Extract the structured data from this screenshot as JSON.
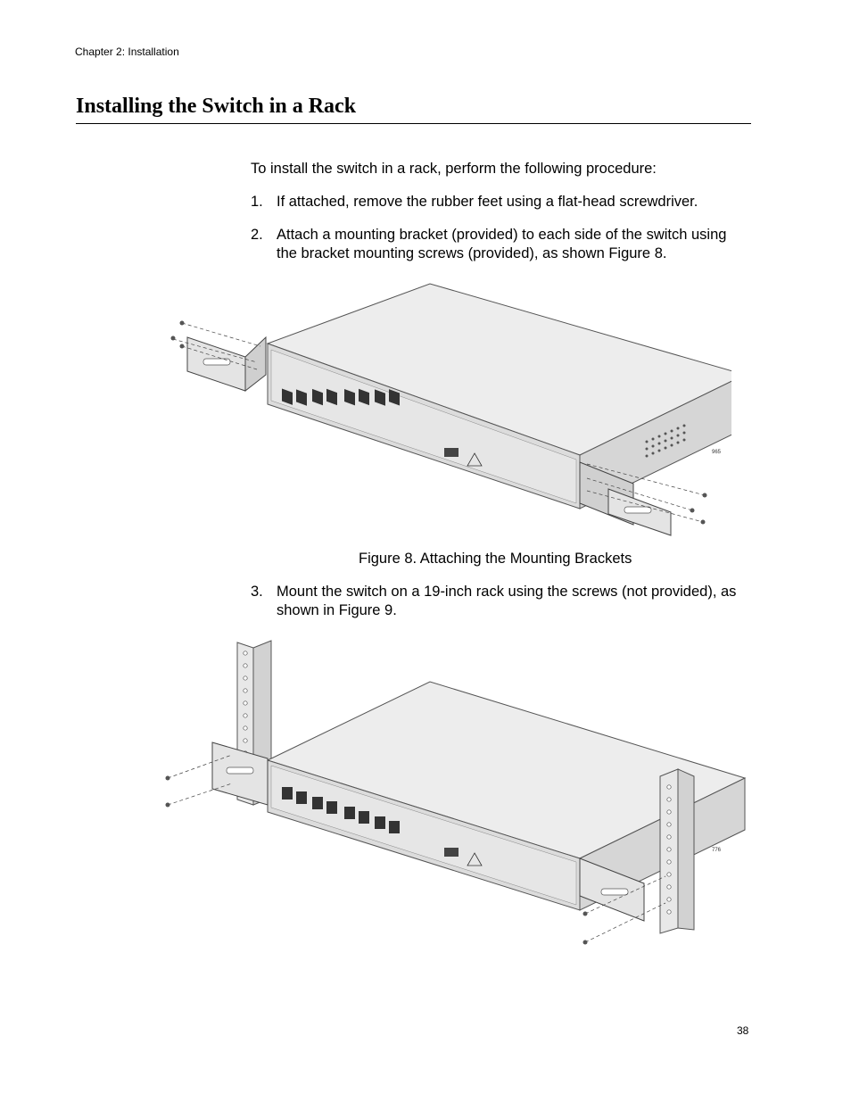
{
  "header": {
    "chapter": "Chapter 2: Installation"
  },
  "title": "Installing the Switch in a Rack",
  "intro": "To install the switch in a rack, perform the following procedure:",
  "steps": [
    {
      "num": "1.",
      "text": "If attached, remove the rubber feet using a flat-head screwdriver."
    },
    {
      "num": "2.",
      "text": "Attach a mounting bracket (provided) to each side of the switch using the bracket mounting screws (provided), as shown Figure 8."
    },
    {
      "num": "3.",
      "text": "Mount the switch on a 19-inch rack using the screws (not provided), as shown in Figure 9."
    }
  ],
  "figure8": {
    "caption": "Figure 8. Attaching the Mounting Brackets",
    "id_label": "965"
  },
  "figure9": {
    "id_label": "776"
  },
  "page_number": "38"
}
